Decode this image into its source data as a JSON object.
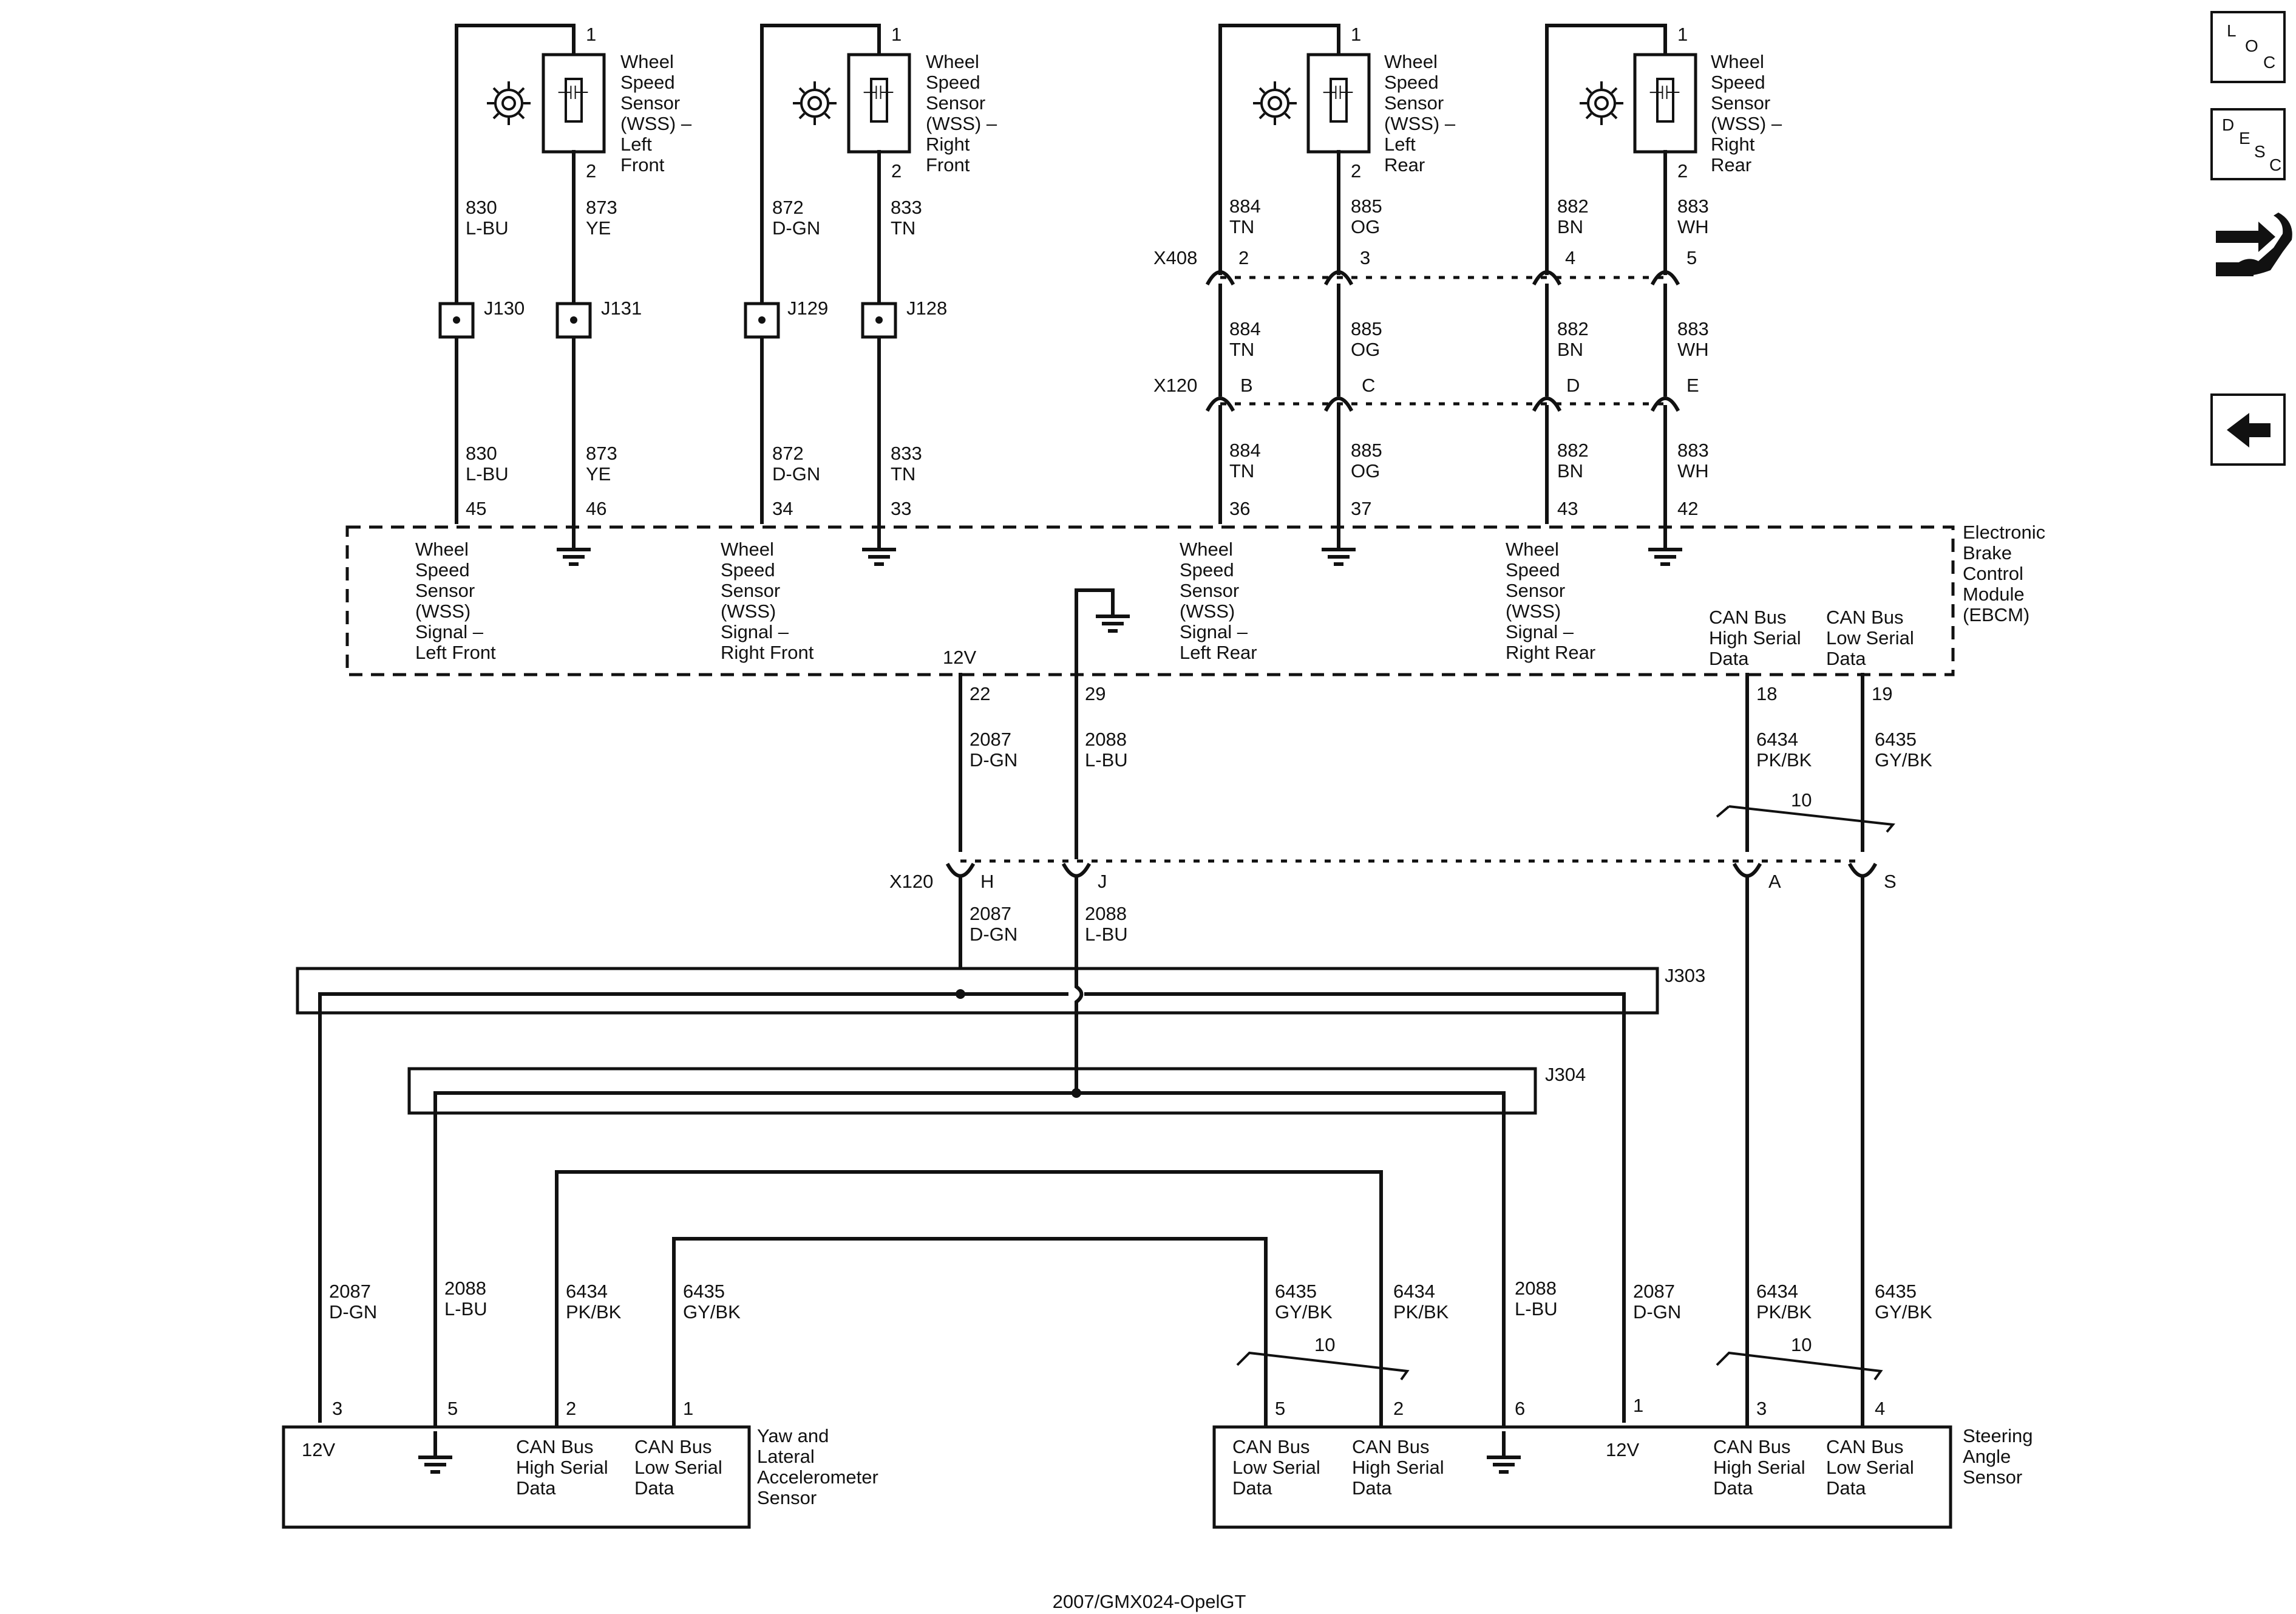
{
  "footer": {
    "drawing_id": "2007/GMX024-OpelGT"
  },
  "nav": {
    "loc": [
      "L",
      "O",
      "C"
    ],
    "desc": [
      "D",
      "E",
      "S",
      "C"
    ]
  },
  "sensors": {
    "lf": {
      "name": [
        "Wheel",
        "Speed",
        "Sensor",
        "(WSS) –",
        "Left",
        "Front"
      ],
      "pin1": "1",
      "pin2": "2"
    },
    "rf": {
      "name": [
        "Wheel",
        "Speed",
        "Sensor",
        "(WSS) –",
        "Right",
        "Front"
      ],
      "pin1": "1",
      "pin2": "2"
    },
    "lr": {
      "name": [
        "Wheel",
        "Speed",
        "Sensor",
        "(WSS) –",
        "Left",
        "Rear"
      ],
      "pin1": "1",
      "pin2": "2"
    },
    "rr": {
      "name": [
        "Wheel",
        "Speed",
        "Sensor",
        "(WSS) –",
        "Right",
        "Rear"
      ],
      "pin1": "1",
      "pin2": "2"
    }
  },
  "wires": {
    "w830": [
      "830",
      "L-BU"
    ],
    "w873": [
      "873",
      "YE"
    ],
    "w872": [
      "872",
      "D-GN"
    ],
    "w833": [
      "833",
      "TN"
    ],
    "w884": [
      "884",
      "TN"
    ],
    "w885": [
      "885",
      "OG"
    ],
    "w882": [
      "882",
      "BN"
    ],
    "w883": [
      "883",
      "WH"
    ],
    "w2087": [
      "2087",
      "D-GN"
    ],
    "w2088": [
      "2088",
      "L-BU"
    ],
    "w6434": [
      "6434",
      "PK/BK"
    ],
    "w6435": [
      "6435",
      "GY/BK"
    ]
  },
  "splices": {
    "j130": "J130",
    "j131": "J131",
    "j129": "J129",
    "j128": "J128",
    "j303": "J303",
    "j304": "J304"
  },
  "connectors": {
    "x408": {
      "name": "X408",
      "pins": [
        "2",
        "3",
        "4",
        "5"
      ]
    },
    "x120a": {
      "name": "X120",
      "pins": [
        "B",
        "C",
        "D",
        "E"
      ]
    },
    "x120b": {
      "name": "X120",
      "pins": [
        "H",
        "J",
        "A",
        "S"
      ]
    }
  },
  "ebcm": {
    "name": [
      "Electronic",
      "Brake",
      "Control",
      "Module",
      "(EBCM)"
    ],
    "pins_top": [
      "45",
      "46",
      "34",
      "33",
      "36",
      "37",
      "43",
      "42"
    ],
    "pins_bottom": [
      "22",
      "29",
      "18",
      "19"
    ],
    "label_12v": "12V",
    "sig_lf": [
      "Wheel",
      "Speed",
      "Sensor",
      "(WSS)",
      "Signal –",
      "Left Front"
    ],
    "sig_rf": [
      "Wheel",
      "Speed",
      "Sensor",
      "(WSS)",
      "Signal –",
      "Right Front"
    ],
    "sig_lr": [
      "Wheel",
      "Speed",
      "Sensor",
      "(WSS)",
      "Signal –",
      "Left Rear"
    ],
    "sig_rr": [
      "Wheel",
      "Speed",
      "Sensor",
      "(WSS)",
      "Signal –",
      "Right Rear"
    ],
    "can_high": [
      "CAN Bus",
      "High Serial",
      "Data"
    ],
    "can_low": [
      "CAN Bus",
      "Low Serial",
      "Data"
    ]
  },
  "twist": {
    "count": "10"
  },
  "yaw": {
    "name": [
      "Yaw and",
      "Lateral",
      "Accelerometer",
      "Sensor"
    ],
    "pins": [
      "3",
      "5",
      "2",
      "1"
    ],
    "label_12v": "12V",
    "can_high": [
      "CAN Bus",
      "High Serial",
      "Data"
    ],
    "can_low": [
      "CAN Bus",
      "Low Serial",
      "Data"
    ]
  },
  "sas": {
    "name": [
      "Steering",
      "Angle",
      "Sensor"
    ],
    "pins": [
      "5",
      "2",
      "6",
      "1",
      "3",
      "4"
    ],
    "label_12v": "12V",
    "can_low_1": [
      "CAN Bus",
      "Low Serial",
      "Data"
    ],
    "can_high_1": [
      "CAN Bus",
      "High Serial",
      "Data"
    ],
    "can_high_2": [
      "CAN Bus",
      "High Serial",
      "Data"
    ],
    "can_low_2": [
      "CAN Bus",
      "Low Serial",
      "Data"
    ]
  }
}
